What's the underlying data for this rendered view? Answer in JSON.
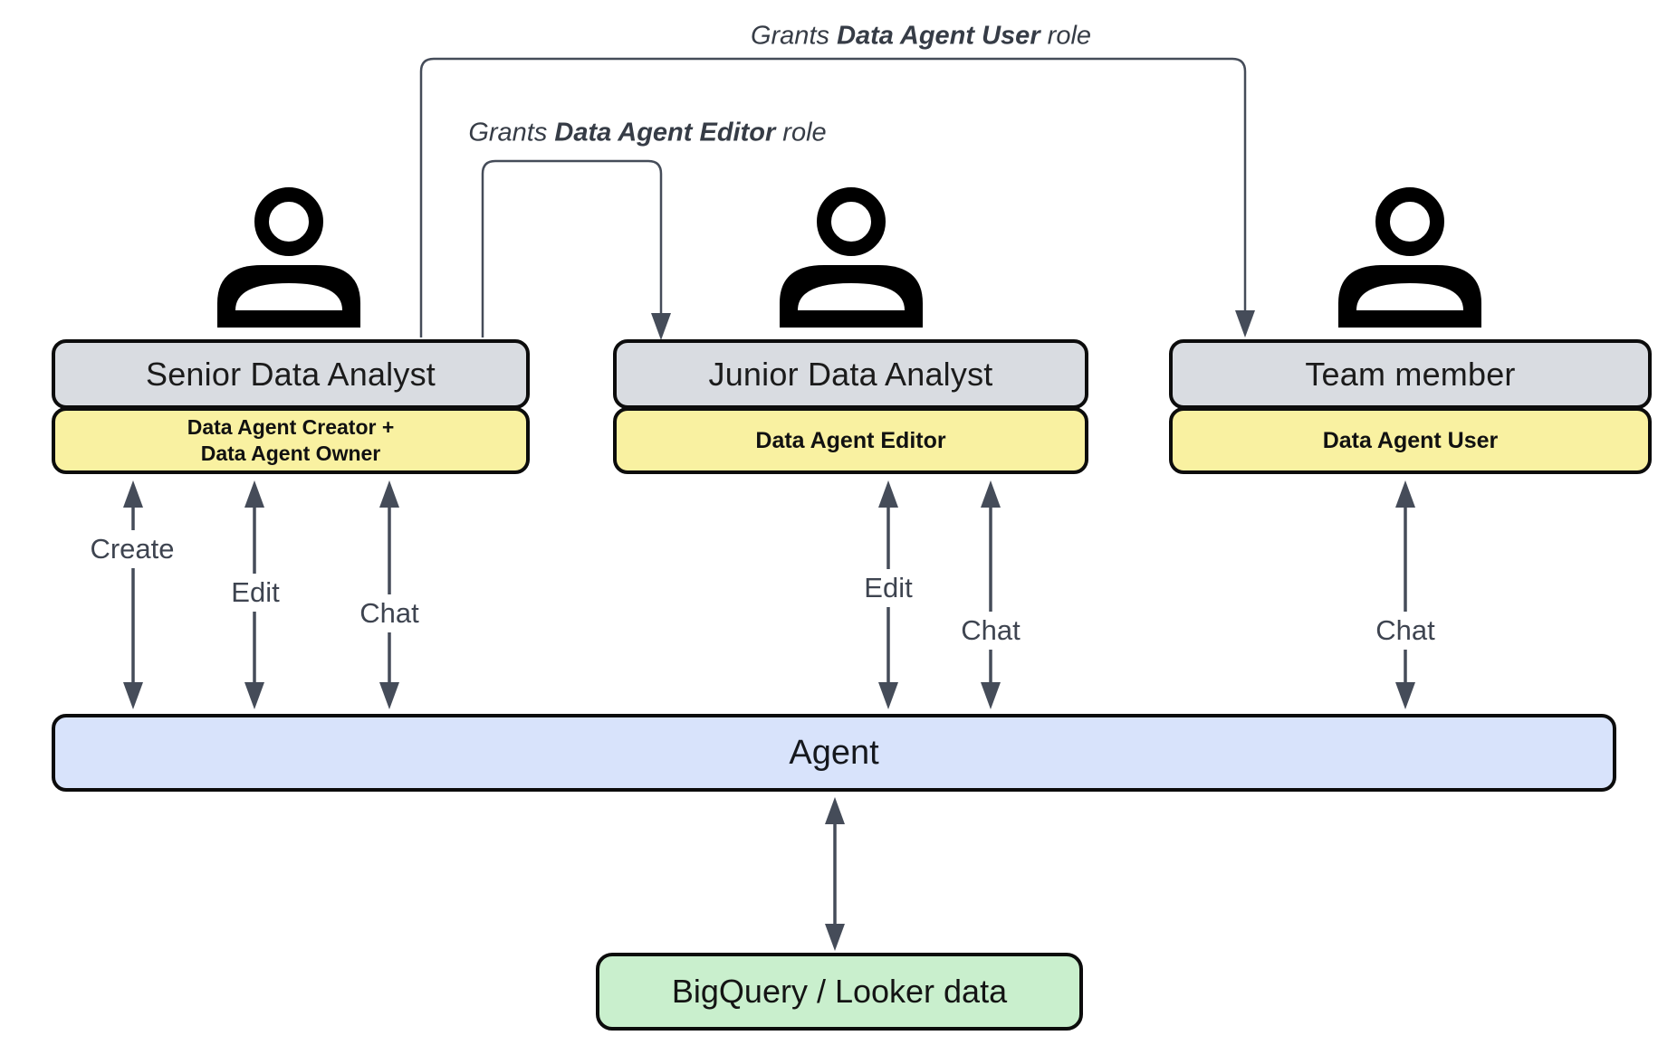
{
  "grant_annotations": {
    "user": {
      "prefix": "Grants ",
      "emphasis": "Data Agent User",
      "suffix": " role"
    },
    "editor": {
      "prefix": "Grants ",
      "emphasis": "Data Agent Editor",
      "suffix": " role"
    }
  },
  "actors": {
    "senior": {
      "title": "Senior Data Analyst",
      "role_line1": "Data Agent Creator +",
      "role_line2": "Data Agent Owner",
      "actions": [
        "Create",
        "Edit",
        "Chat"
      ]
    },
    "junior": {
      "title": "Junior Data Analyst",
      "role": "Data Agent Editor",
      "actions": [
        "Edit",
        "Chat"
      ]
    },
    "team": {
      "title": "Team member",
      "role": "Data Agent User",
      "actions": [
        "Chat"
      ]
    }
  },
  "agent": {
    "label": "Agent"
  },
  "data_source": {
    "label": "BigQuery / Looker data"
  },
  "colors": {
    "actor_title_bg": "#d9dce1",
    "role_bg": "#f9f1a1",
    "agent_bg": "#d8e3fb",
    "data_bg": "#c9efcd",
    "arrow": "#454c59",
    "border": "#0c0c0c"
  }
}
